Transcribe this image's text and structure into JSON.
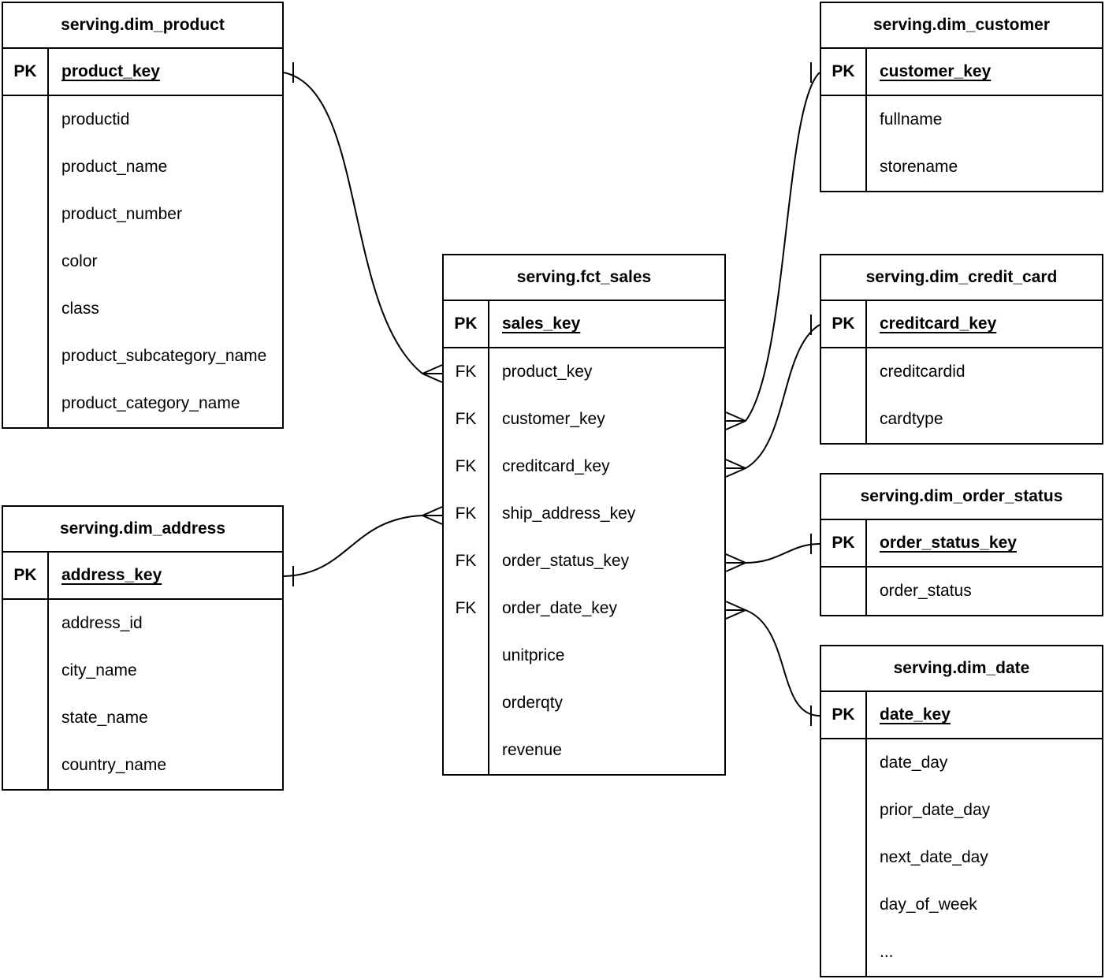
{
  "diagram": {
    "colors": {
      "line": "#000000",
      "background": "#ffffff",
      "text": "#000000"
    },
    "entities": [
      {
        "id": "dim_product",
        "title": "serving.dim_product",
        "rows": [
          {
            "key": "PK",
            "name": "product_key",
            "is_pk": true
          },
          {
            "key": "",
            "name": "productid"
          },
          {
            "key": "",
            "name": "product_name"
          },
          {
            "key": "",
            "name": "product_number"
          },
          {
            "key": "",
            "name": "color"
          },
          {
            "key": "",
            "name": "class"
          },
          {
            "key": "",
            "name": "product_subcategory_name"
          },
          {
            "key": "",
            "name": "product_category_name"
          }
        ]
      },
      {
        "id": "dim_customer",
        "title": "serving.dim_customer",
        "rows": [
          {
            "key": "PK",
            "name": "customer_key",
            "is_pk": true
          },
          {
            "key": "",
            "name": "fullname"
          },
          {
            "key": "",
            "name": "storename"
          }
        ]
      },
      {
        "id": "fct_sales",
        "title": "serving.fct_sales",
        "rows": [
          {
            "key": "PK",
            "name": "sales_key",
            "is_pk": true
          },
          {
            "key": "FK",
            "name": "product_key"
          },
          {
            "key": "FK",
            "name": "customer_key"
          },
          {
            "key": "FK",
            "name": "creditcard_key"
          },
          {
            "key": "FK",
            "name": "ship_address_key"
          },
          {
            "key": "FK",
            "name": "order_status_key"
          },
          {
            "key": "FK",
            "name": "order_date_key"
          },
          {
            "key": "",
            "name": "unitprice"
          },
          {
            "key": "",
            "name": "orderqty"
          },
          {
            "key": "",
            "name": "revenue"
          }
        ]
      },
      {
        "id": "dim_credit_card",
        "title": "serving.dim_credit_card",
        "rows": [
          {
            "key": "PK",
            "name": "creditcard_key",
            "is_pk": true
          },
          {
            "key": "",
            "name": "creditcardid"
          },
          {
            "key": "",
            "name": "cardtype"
          }
        ]
      },
      {
        "id": "dim_order_status",
        "title": "serving.dim_order_status",
        "rows": [
          {
            "key": "PK",
            "name": "order_status_key",
            "is_pk": true
          },
          {
            "key": "",
            "name": "order_status"
          }
        ]
      },
      {
        "id": "dim_date",
        "title": "serving.dim_date",
        "rows": [
          {
            "key": "PK",
            "name": "date_key",
            "is_pk": true
          },
          {
            "key": "",
            "name": "date_day"
          },
          {
            "key": "",
            "name": "prior_date_day"
          },
          {
            "key": "",
            "name": "next_date_day"
          },
          {
            "key": "",
            "name": "day_of_week"
          },
          {
            "key": "",
            "name": "..."
          }
        ]
      },
      {
        "id": "dim_address",
        "title": "serving.dim_address",
        "rows": [
          {
            "key": "PK",
            "name": "address_key",
            "is_pk": true
          },
          {
            "key": "",
            "name": "address_id"
          },
          {
            "key": "",
            "name": "city_name"
          },
          {
            "key": "",
            "name": "state_name"
          },
          {
            "key": "",
            "name": "country_name"
          }
        ]
      }
    ],
    "relationships": [
      {
        "from": "serving.dim_product.product_key",
        "from_cardinality": "one",
        "to": "serving.fct_sales.product_key",
        "to_cardinality": "many"
      },
      {
        "from": "serving.dim_address.address_key",
        "from_cardinality": "one",
        "to": "serving.fct_sales.ship_address_key",
        "to_cardinality": "many"
      },
      {
        "from": "serving.dim_customer.customer_key",
        "from_cardinality": "one",
        "to": "serving.fct_sales.customer_key",
        "to_cardinality": "many"
      },
      {
        "from": "serving.dim_credit_card.creditcard_key",
        "from_cardinality": "one",
        "to": "serving.fct_sales.creditcard_key",
        "to_cardinality": "many"
      },
      {
        "from": "serving.dim_order_status.order_status_key",
        "from_cardinality": "one",
        "to": "serving.fct_sales.order_status_key",
        "to_cardinality": "many"
      },
      {
        "from": "serving.dim_date.date_key",
        "from_cardinality": "one",
        "to": "serving.fct_sales.order_date_key",
        "to_cardinality": "many"
      }
    ]
  }
}
